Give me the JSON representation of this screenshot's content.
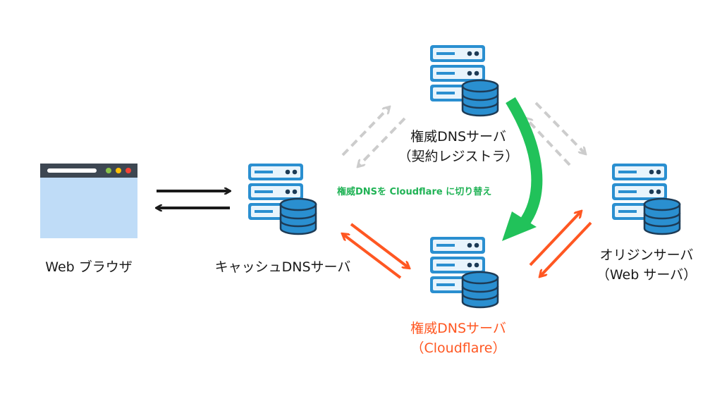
{
  "nodes": {
    "browser": {
      "label": "Web ブラウザ",
      "icon": "browser-window-icon"
    },
    "cache_dns": {
      "label": "キャッシュDNSサーバ",
      "icon": "server-database-icon"
    },
    "registrar_dns": {
      "label_line1": "権威DNSサーバ",
      "label_line2": "（契約レジストラ）",
      "icon": "server-database-icon"
    },
    "cloudflare_dns": {
      "label_line1": "権威DNSサーバ",
      "label_line2": "（Cloudflare）",
      "icon": "server-database-icon"
    },
    "origin": {
      "label_line1": "オリジンサーバ",
      "label_line2": "（Web サーバ）",
      "icon": "server-database-icon"
    }
  },
  "switch_note": "権威DNSを Cloudflare に切り替え",
  "colors": {
    "server_blue": "#2a8fd0",
    "server_light": "#e8f4fc",
    "server_dark": "#1d3b56",
    "arrow_black": "#1a1a1a",
    "arrow_gray": "#cccccc",
    "arrow_orange": "#ff5722",
    "arrow_green": "#21c25a",
    "browser_body": "#bfdcf7",
    "browser_bar": "#3d4752"
  }
}
